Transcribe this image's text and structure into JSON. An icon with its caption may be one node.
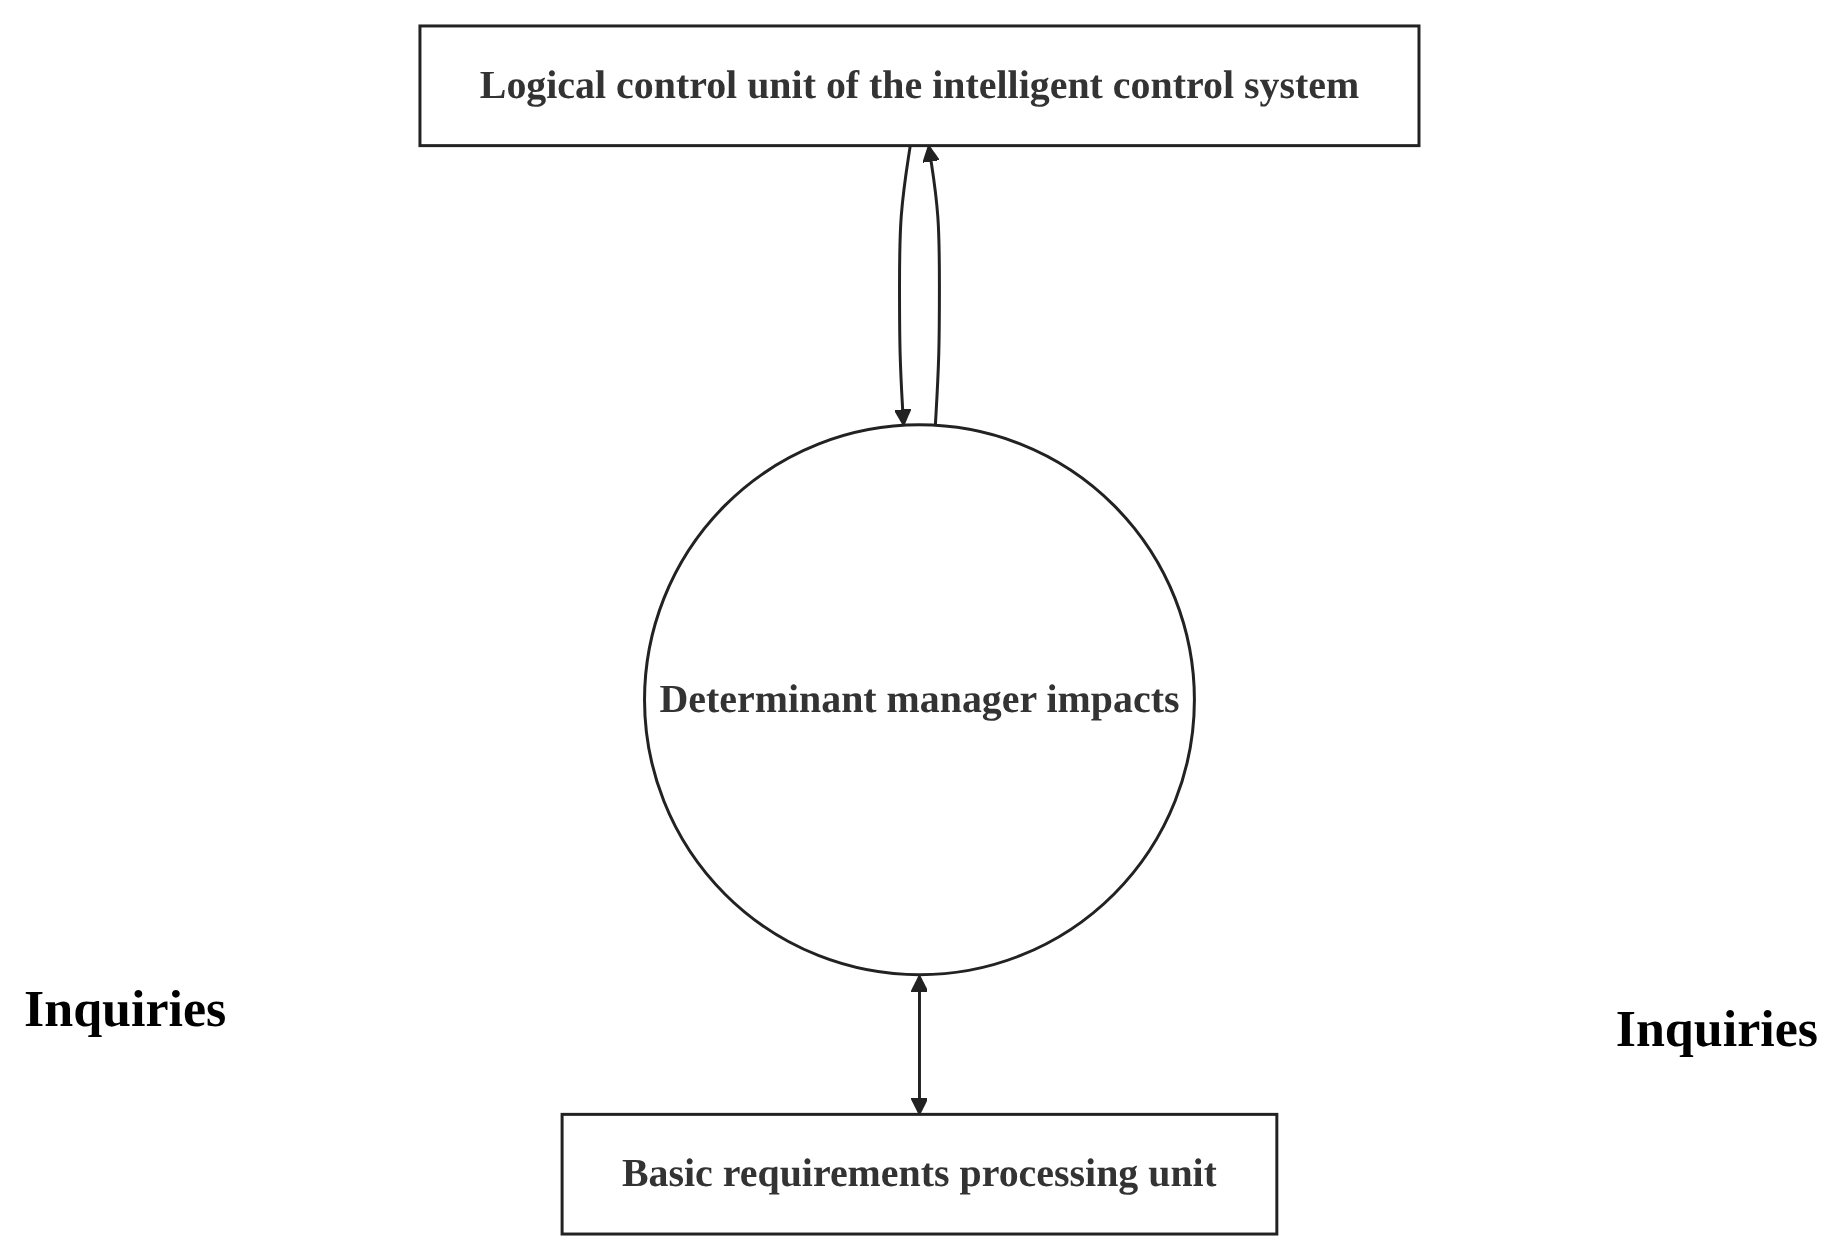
{
  "diagram": {
    "nodes": [
      {
        "text": [
          "Logical control unit of the intelligent control system"
        ]
      },
      {
        "text": [
          "Determinant manager impacts"
        ]
      },
      {
        "text": [
          "Basic requirements processing unit"
        ]
      }
    ],
    "edges": [
      {
        "from": 0,
        "to": 1,
        "arrow": "to"
      },
      {
        "from": 1,
        "to": 0,
        "arrow": "to"
      },
      {
        "from": 1,
        "to": 2,
        "arrow": "both"
      }
    ],
    "labels": [
      "Inquiries",
      "Inquiries"
    ]
  }
}
